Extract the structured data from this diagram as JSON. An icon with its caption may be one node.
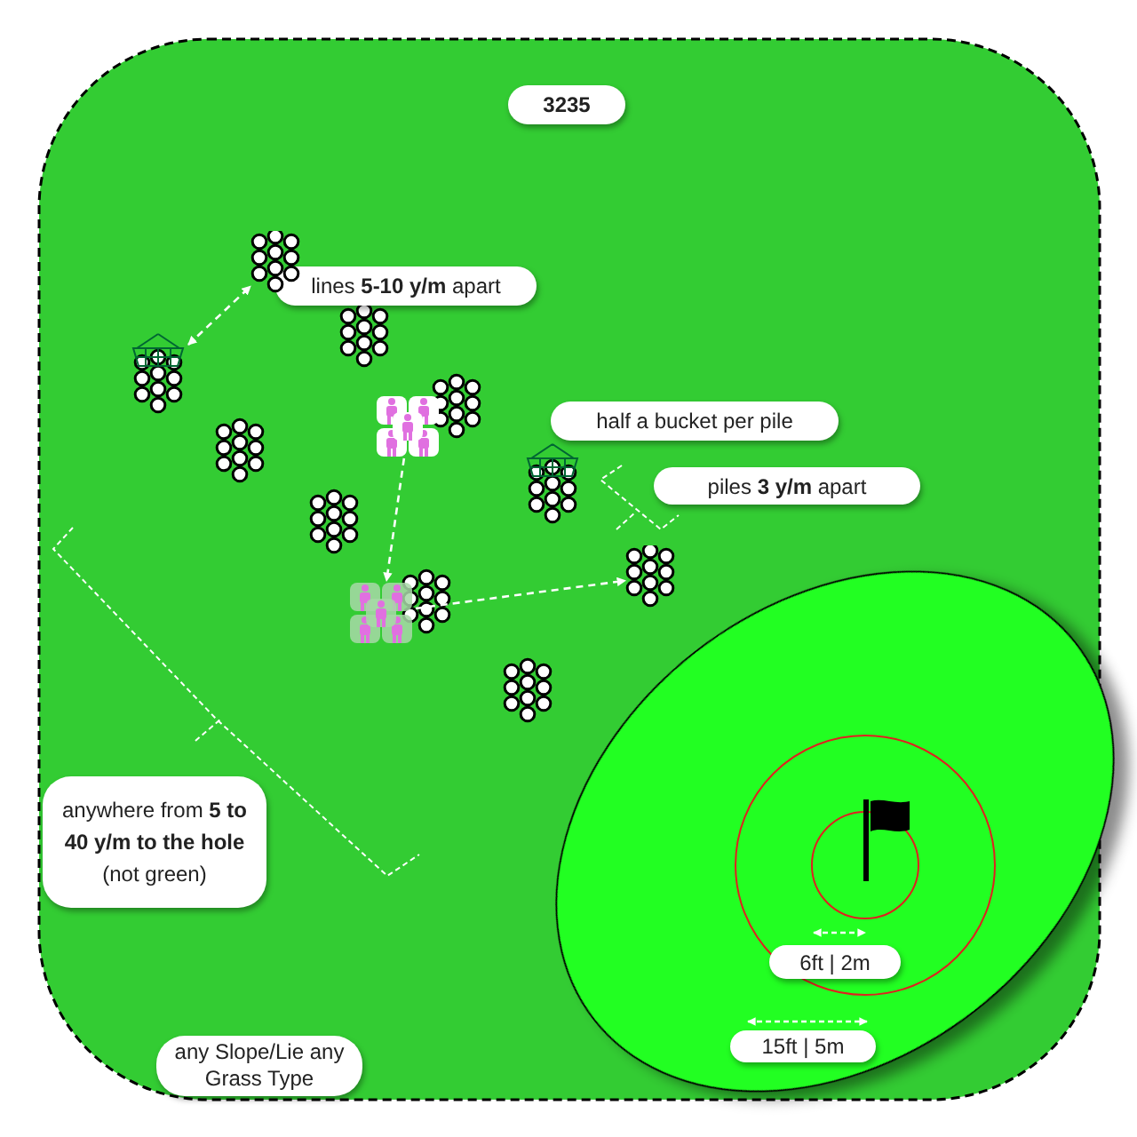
{
  "diagram": {
    "nodes": [
      {
        "text": [
          "3235"
        ]
      },
      {
        "text": [
          "lines **5-10 y/m** apart"
        ]
      },
      {
        "text": [],
        "shape": "picture"
      },
      {
        "text": [],
        "shape": "picture"
      },
      {
        "text": [],
        "shape": "picture"
      },
      {
        "text": [
          "half a bucket per pile"
        ]
      },
      {
        "text": [
          "piles **3 y/m** apart"
        ]
      },
      {
        "text": [],
        "shape": "picture"
      },
      {
        "text": [],
        "shape": "picture"
      },
      {
        "text": [
          "anywhere from **5 to 40 y/m to the hole** (not green)"
        ]
      },
      {
        "text": [
          "6ft | 2m"
        ]
      },
      {
        "text": [
          "15ft | 5m"
        ]
      },
      {
        "text": [
          "any Slope/Lie any Grass Type"
        ]
      }
    ],
    "edges": [
      {
        "from": 2,
        "to": 3,
        "arrow": "both",
        "style": "dashed"
      },
      {
        "from": 4,
        "to": 7,
        "arrow": "to",
        "style": "dashed"
      },
      {
        "from": 7,
        "to": 8,
        "arrow": "to",
        "style": "dashed"
      }
    ]
  }
}
